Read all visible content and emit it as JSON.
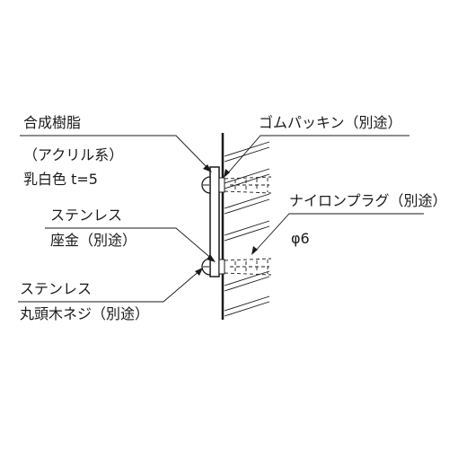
{
  "labels": {
    "acrylic_line1": "合成樹脂",
    "acrylic_line2": "（アクリル系）",
    "acrylic_line3": "乳白色 t=5",
    "gasket": "ゴムパッキン（別途）",
    "washer_line1": "ステンレス",
    "washer_line2": "座金（別途）",
    "plug_line1": "ナイロンプラグ（別途）",
    "plug_line2": "φ6",
    "screw_line1": "ステンレス",
    "screw_line2": "丸頭木ネジ（別途）"
  },
  "colors": {
    "ink": "#1a1a1a",
    "background": "#ffffff"
  }
}
